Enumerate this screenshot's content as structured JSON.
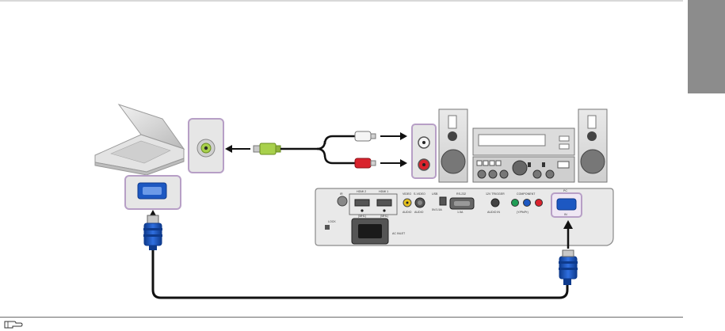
{
  "projector_panel": {
    "ports": [
      {
        "id": "ir",
        "top": "IR"
      },
      {
        "id": "hdmi2",
        "top": "HDMI 2",
        "bottom": "(MHL)"
      },
      {
        "id": "hdmi1",
        "top": "HDMI 1",
        "bottom": "(MHL)"
      },
      {
        "id": "video",
        "top": "VIDEO",
        "bottom": "AUDIO"
      },
      {
        "id": "svideo",
        "top": "S-VIDEO",
        "bottom": "AUDIO"
      },
      {
        "id": "usb",
        "top": "USB",
        "bottom": "5V/1.5A"
      },
      {
        "id": "rs232",
        "top": "RS-232",
        "bottom": "1.5A"
      },
      {
        "id": "trigger",
        "top": "12V TRIGGER",
        "bottom": "AUDIO IN"
      },
      {
        "id": "component",
        "top": "COMPONENT",
        "bottom": "(Y/Pb/Pr)"
      },
      {
        "id": "pc",
        "top": "PC",
        "bottom": "IN"
      }
    ],
    "lock_label": "LOCK",
    "ac_label": "AC INLET"
  },
  "colors": {
    "frame_purple": "#b79fc6",
    "vga_blue": "#1d58c2",
    "audio_green": "#a8d04c",
    "rca_red": "#d9232d",
    "cable_black": "#111111",
    "side_tab_gray": "#8c8c8c"
  },
  "icons": [
    "laptop-icon",
    "stereo-system-icon",
    "vga-cable-plug-icon",
    "rca-plug-icon",
    "mini-jack-plug-icon",
    "note-hand-icon"
  ]
}
